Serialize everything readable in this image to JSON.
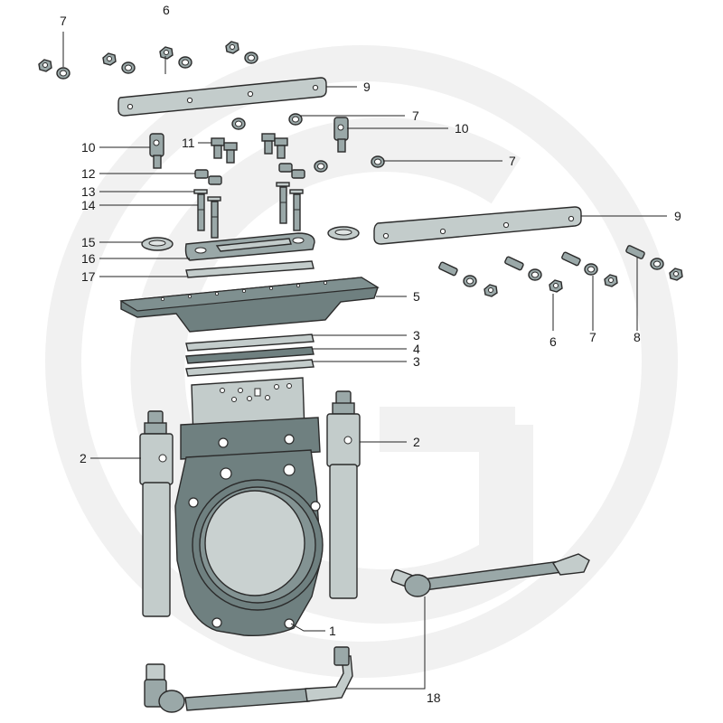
{
  "diagram": {
    "type": "exploded-parts-view",
    "subject": "knife gate valve assembly",
    "colors": {
      "part_dark": "#6f8080",
      "part_mid": "#9aa8a8",
      "part_light": "#c3cccb",
      "watermark": "#f1f1f1",
      "ink": "#1a1a1a"
    },
    "callouts": [
      {
        "id": "c-6-top",
        "text": "6"
      },
      {
        "id": "c-7-top",
        "text": "7"
      },
      {
        "id": "c-9-top",
        "text": "9"
      },
      {
        "id": "c-7-mid",
        "text": "7"
      },
      {
        "id": "c-10-right",
        "text": "10"
      },
      {
        "id": "c-10-left",
        "text": "10"
      },
      {
        "id": "c-11",
        "text": "11"
      },
      {
        "id": "c-7-right",
        "text": "7"
      },
      {
        "id": "c-12",
        "text": "12"
      },
      {
        "id": "c-13",
        "text": "13"
      },
      {
        "id": "c-14",
        "text": "14"
      },
      {
        "id": "c-9-right",
        "text": "9"
      },
      {
        "id": "c-15",
        "text": "15"
      },
      {
        "id": "c-16",
        "text": "16"
      },
      {
        "id": "c-17",
        "text": "17"
      },
      {
        "id": "c-5",
        "text": "5"
      },
      {
        "id": "c-6-bottom",
        "text": "6"
      },
      {
        "id": "c-7-bottom",
        "text": "7"
      },
      {
        "id": "c-8",
        "text": "8"
      },
      {
        "id": "c-3-upper",
        "text": "3"
      },
      {
        "id": "c-4",
        "text": "4"
      },
      {
        "id": "c-3-lower",
        "text": "3"
      },
      {
        "id": "c-2-left",
        "text": "2"
      },
      {
        "id": "c-2-right",
        "text": "2"
      },
      {
        "id": "c-1",
        "text": "1"
      },
      {
        "id": "c-18",
        "text": "18"
      }
    ]
  }
}
